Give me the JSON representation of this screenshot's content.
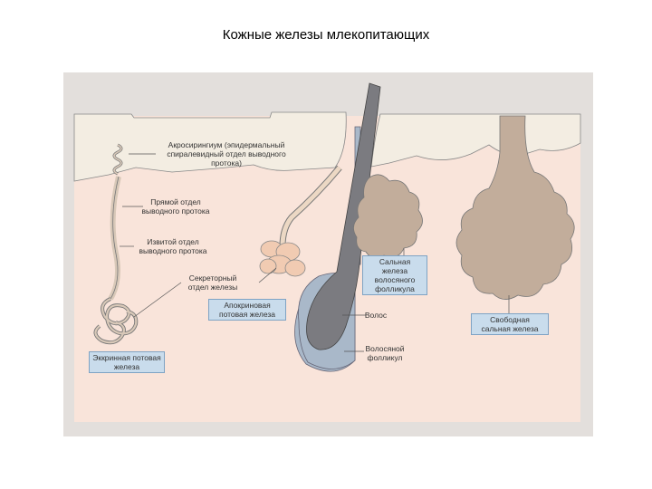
{
  "title": "Кожные железы млекопитающих",
  "labels": {
    "acrosyringium": "Акросирингиум (эпидермальный спиралевидный отдел выводного протока)",
    "straight_duct": "Прямой отдел выводного протока",
    "coiled_duct": "Извитой отдел выводного протока",
    "secretory": "Секреторный отдел железы",
    "apocrine": "Апокриновая потовая железа",
    "eccrine": "Эккринная потовая железа",
    "sebaceous_follicle": "Сальная железа волосяного фолликула",
    "hair": "Волос",
    "follicle": "Волосяной фолликул",
    "free_sebaceous": "Свободная сальная железа"
  },
  "colors": {
    "frame": "#e3dfdc",
    "dermis": "#f9e4da",
    "epidermis": "#f3ede2",
    "duct": "#d8c8b8",
    "gland": "#c2ad9b",
    "hair": "#7b7b80",
    "follicle": "#a9b8c9",
    "label_box": "#c9dcec"
  }
}
